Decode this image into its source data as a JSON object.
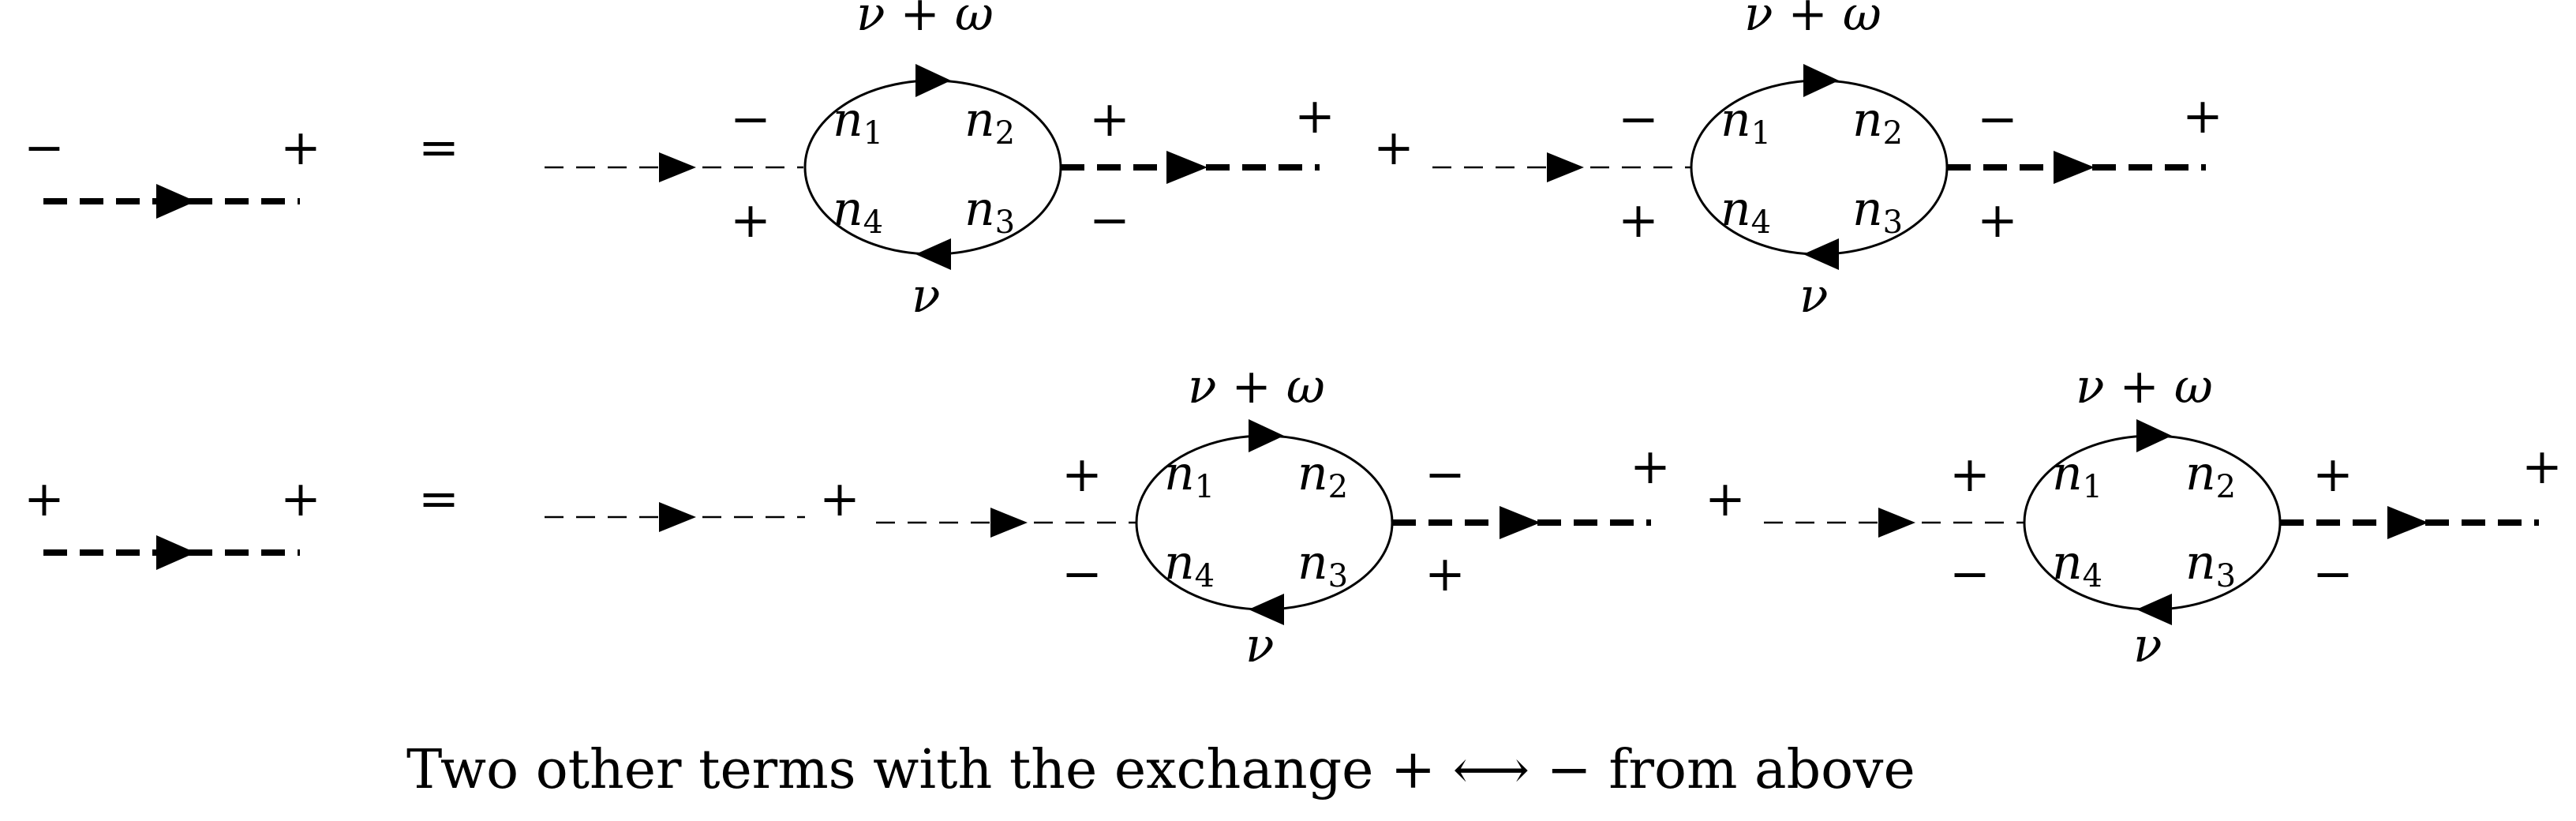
{
  "signs": {
    "minus": "−",
    "plus": "+"
  },
  "equals": "=",
  "loop_labels": {
    "top": "ν + ω",
    "bottom": "ν",
    "n": "n",
    "sub1": "1",
    "sub2": "2",
    "sub3": "3",
    "sub4": "4"
  },
  "caption": "Two other terms with the exchange + ⟷ − from above"
}
